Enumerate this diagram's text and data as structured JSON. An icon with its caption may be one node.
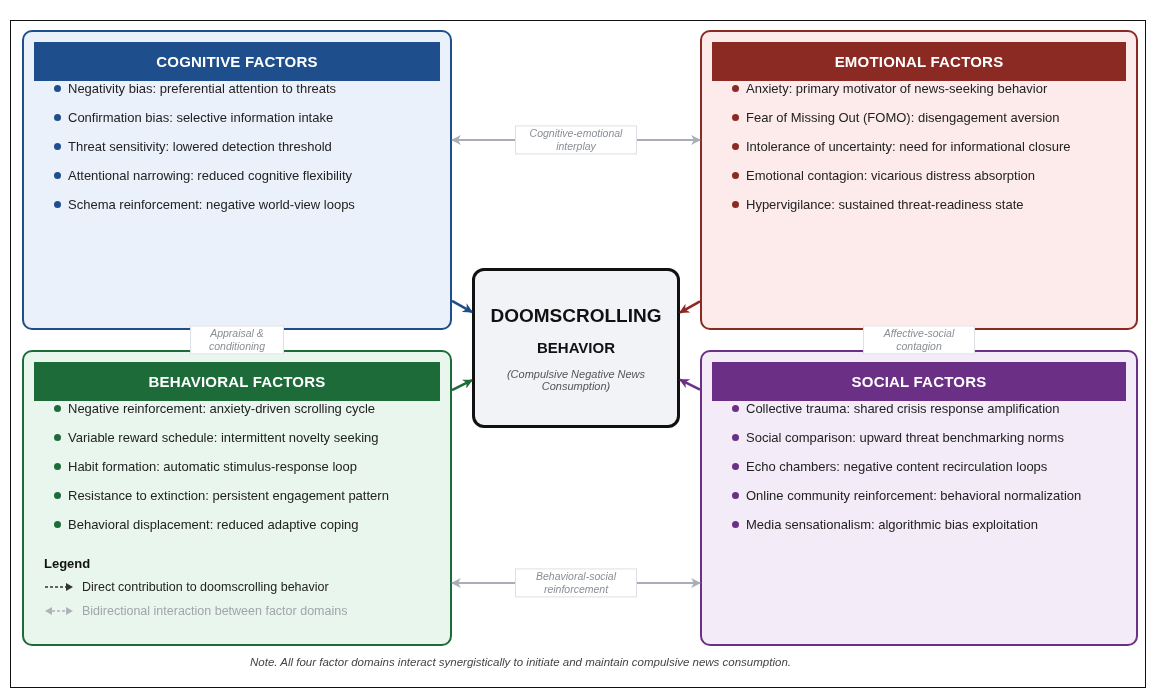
{
  "diagram": {
    "caption": "Note.  All four factor domains interact synergistically to initiate and maintain compulsive news consumption.",
    "nodes": [
      {
        "text": [
          "COGNITIVE FACTORS",
          "Negativity bias: preferential attention to threats",
          "Confirmation bias: selective information intake",
          "Threat sensitivity: lowered detection threshold",
          "Attentional narrowing: reduced cognitive flexibility",
          "Schema reinforcement: negative world-view loops"
        ]
      },
      {
        "text": [
          "EMOTIONAL FACTORS",
          "Anxiety: primary motivator of news-seeking behavior",
          "Fear of Missing Out (FOMO): disengagement aversion",
          "Intolerance of uncertainty: need for informational closure",
          "Emotional contagion: vicarious distress absorption",
          "Hypervigilance: sustained threat-readiness state"
        ]
      },
      {
        "text": [
          "BEHAVIORAL FACTORS",
          "Negative reinforcement: anxiety-driven scrolling cycle",
          "Variable reward schedule: intermittent novelty seeking",
          "Habit formation: automatic stimulus-response loop",
          "Resistance to extinction: persistent engagement pattern",
          "Behavioral displacement: reduced adaptive coping"
        ]
      },
      {
        "text": [
          "SOCIAL FACTORS",
          "Collective trauma: shared crisis response amplification",
          "Social comparison: upward threat benchmarking norms",
          "Echo chambers: negative content recirculation loops",
          "Online community reinforcement: behavioral normalization",
          "Media sensationalism: algorithmic bias exploitation"
        ]
      },
      {
        "text": [
          "DOOMSCROLLING",
          "BEHAVIOR",
          "(Compulsive Negative News Consumption)"
        ]
      }
    ],
    "edges": [
      {
        "from": 0,
        "to": 4,
        "arrow": "to",
        "color": "#1f4e8c"
      },
      {
        "from": 1,
        "to": 4,
        "arrow": "to",
        "color": "#8b2a22"
      },
      {
        "from": 2,
        "to": 4,
        "arrow": "to",
        "color": "#1e6b3a"
      },
      {
        "from": 3,
        "to": 4,
        "arrow": "to",
        "color": "#6b2f86"
      },
      {
        "from": 0,
        "to": 1,
        "arrow": "both",
        "label": "Cognitive-emotional interplay",
        "color": "#a9aeb4"
      },
      {
        "from": 2,
        "to": 3,
        "arrow": "both",
        "label": "Behavioral-social reinforcement",
        "color": "#a9aeb4"
      }
    ],
    "labels": [
      "Appraisal & conditioning",
      "Affective-social contagion",
      "Legend"
    ],
    "legend": [
      {
        "text": "Direct contribution to doomscrolling behavior"
      },
      {
        "text": "Bidirectional interaction between factor domains"
      }
    ]
  }
}
